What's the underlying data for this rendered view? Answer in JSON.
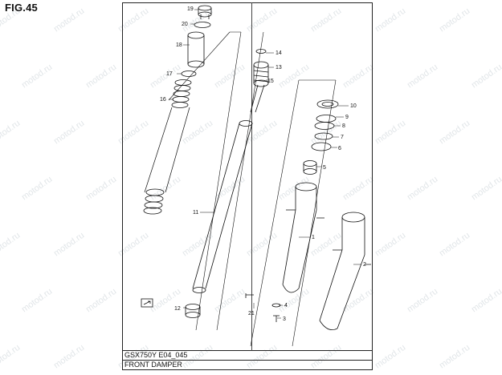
{
  "figure": {
    "title": "FIG.45"
  },
  "footer": {
    "model_code": "GSX750Y E04_045",
    "section_name": "FRONT DAMPER"
  },
  "watermark": {
    "text": "motod.ru"
  },
  "part_numbers": [
    "1",
    "2",
    "3",
    "4",
    "5",
    "6",
    "7",
    "8",
    "9",
    "10",
    "11",
    "12",
    "13",
    "14",
    "15",
    "16",
    "17",
    "18",
    "19",
    "20",
    "21"
  ]
}
